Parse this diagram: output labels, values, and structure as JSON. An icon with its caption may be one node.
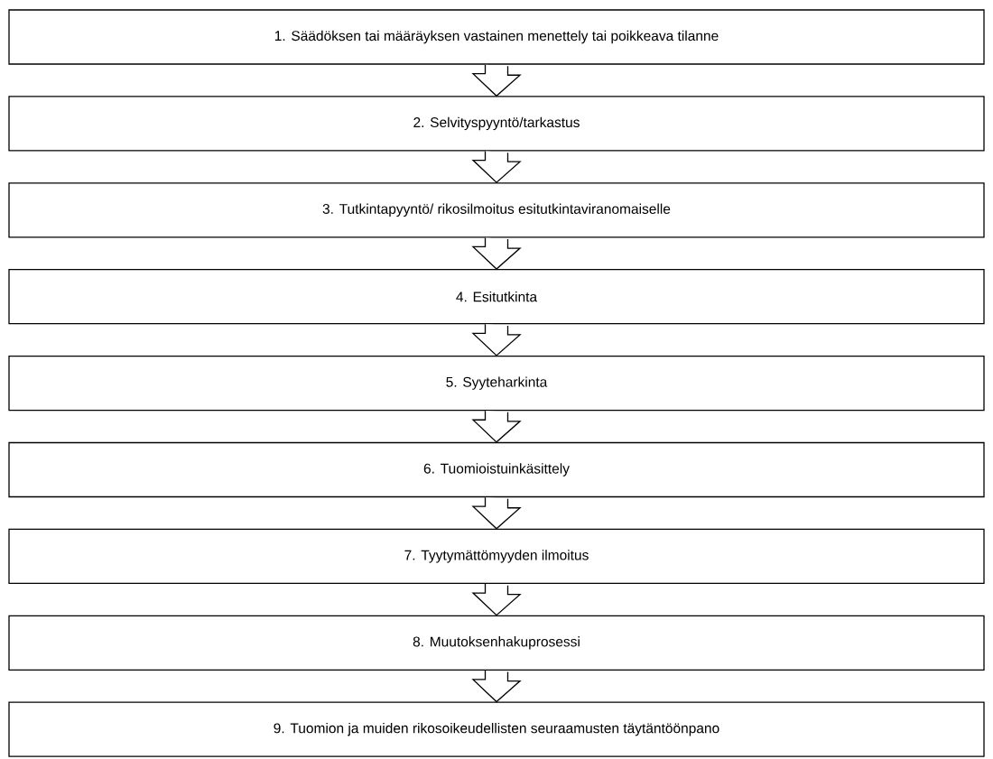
{
  "diagram": {
    "nodes": [
      {
        "text": [
          "1. Säädöksen tai määräyksen vastainen menettely tai poikkeava tilanne"
        ]
      },
      {
        "text": [
          "2. Selvityspyyntö/tarkastus"
        ]
      },
      {
        "text": [
          "3. Tutkintapyyntö/ rikosilmoitus esitutkintaviranomaiselle"
        ]
      },
      {
        "text": [
          "4. Esitutkinta"
        ]
      },
      {
        "text": [
          "5. Syyteharkinta"
        ]
      },
      {
        "text": [
          "6. Tuomioistuinkäsittely"
        ]
      },
      {
        "text": [
          "7. Tyytymättömyyden ilmoitus"
        ]
      },
      {
        "text": [
          "8. Muutoksenhakuprosessi"
        ]
      },
      {
        "text": [
          "9. Tuomion ja muiden rikosoikeudellisten seuraamusten täytäntöönpano"
        ]
      }
    ],
    "edges": [
      {
        "from": 0,
        "to": 1,
        "arrow": "to"
      },
      {
        "from": 1,
        "to": 2,
        "arrow": "to"
      },
      {
        "from": 2,
        "to": 3,
        "arrow": "to"
      },
      {
        "from": 3,
        "to": 4,
        "arrow": "to"
      },
      {
        "from": 4,
        "to": 5,
        "arrow": "to"
      },
      {
        "from": 5,
        "to": 6,
        "arrow": "to"
      },
      {
        "from": 6,
        "to": 7,
        "arrow": "to"
      },
      {
        "from": 7,
        "to": 8,
        "arrow": "to"
      }
    ]
  }
}
